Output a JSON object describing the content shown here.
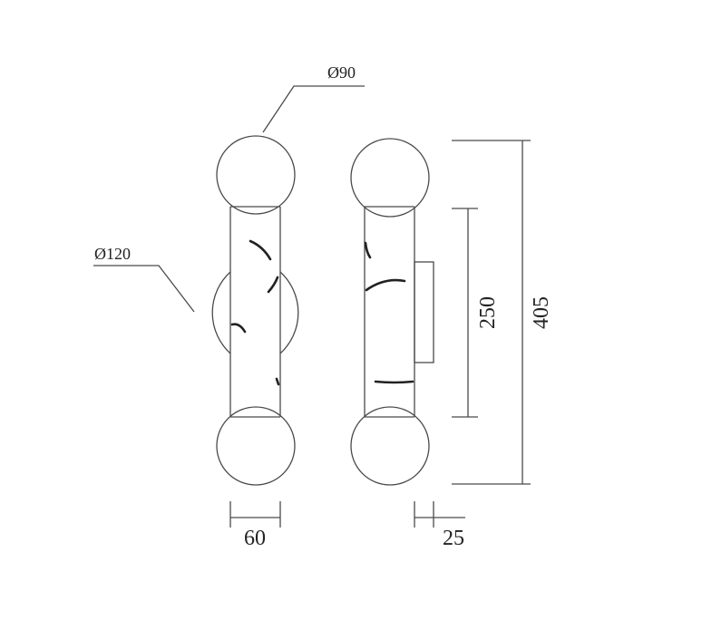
{
  "labels": {
    "globe_diameter": "Ø90",
    "backplate_diameter": "Ø120",
    "tube_width": "60",
    "bracket_depth": "25",
    "tube_length": "250",
    "total_height": "405"
  },
  "colors": {
    "line": "#4a4a4a",
    "marks": "#222222",
    "background": "#ffffff"
  }
}
